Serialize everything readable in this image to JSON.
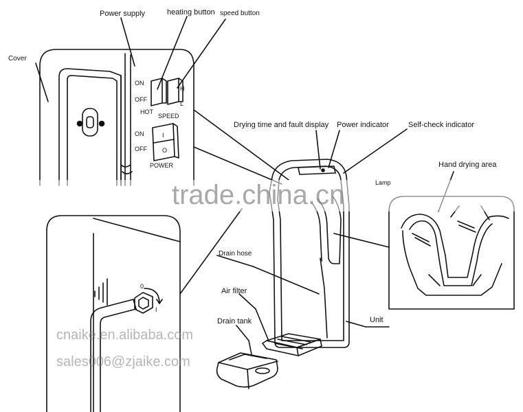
{
  "labels": {
    "power_supply": "Power supply",
    "heating_button": "heating button",
    "speed_button": "speed button",
    "cover": "Cover",
    "drying_time_display": "Drying time and fault display",
    "power_indicator": "Power indicator",
    "self_check_indicator": "Self-check indicator",
    "hand_drying_area": "Hand drying area",
    "lamp": "Lamp",
    "drain_hose": "Drain hose",
    "air_filter": "Air filter",
    "drain_tank": "Drain tank",
    "unit": "Unit"
  },
  "switch_marks": {
    "on_top": "ON",
    "off_top": "OFF",
    "hot": "HOT",
    "speed": "SPEED",
    "high": "H",
    "low": "L",
    "on_power": "ON",
    "off_power": "OFF",
    "power": "POWER",
    "rocker_one": "I",
    "rocker_zero": "O",
    "dial_zero": "0",
    "dial_one": "I"
  },
  "watermarks": {
    "main": "trade.china.cn",
    "site": "cnaike.en.alibaba.com",
    "email": "sales006@zjaike.com"
  },
  "colors": {
    "line": "#111111",
    "watermark": "#8a8a8a"
  }
}
